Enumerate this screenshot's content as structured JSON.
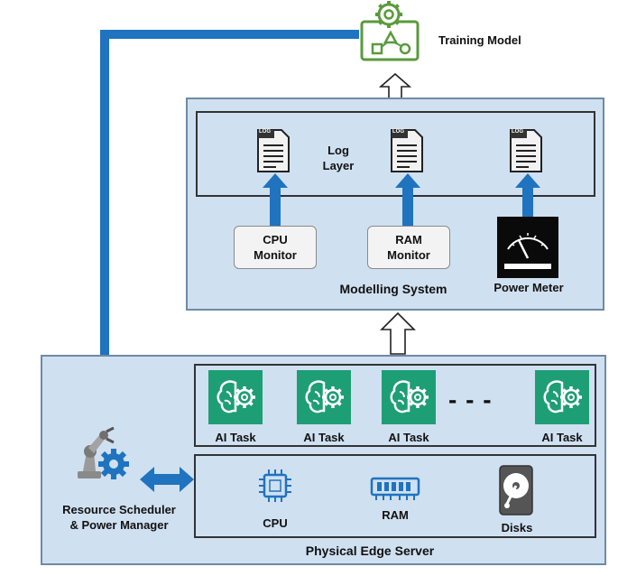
{
  "training_model": {
    "label": "Training Model",
    "icon": "training-model-icon"
  },
  "modelling_system": {
    "title": "Modelling System",
    "log_layer": {
      "line1": "Log",
      "line2": "Layer",
      "log_tag": "LOG"
    },
    "cpu_monitor": {
      "line1": "CPU",
      "line2": "Monitor"
    },
    "ram_monitor": {
      "line1": "RAM",
      "line2": "Monitor"
    },
    "power_meter": {
      "label": "Power Meter",
      "icon": "gauge-icon"
    }
  },
  "physical_edge_server": {
    "title": "Physical Edge Server",
    "ai_tasks": [
      "AI Task",
      "AI Task",
      "AI Task",
      "AI Task"
    ],
    "ellipsis": "- - -",
    "hardware": [
      {
        "label": "CPU",
        "icon": "cpu-chip-icon"
      },
      {
        "label": "RAM",
        "icon": "ram-module-icon"
      },
      {
        "label": "Disks",
        "icon": "hard-disk-icon"
      }
    ]
  },
  "resource_scheduler": {
    "line1": "Resource Scheduler",
    "line2": "& Power Manager",
    "icon": "robot-arm-gear-icon"
  },
  "colors": {
    "panel": "#cfe0f1",
    "arrow_blue": "#1f73bf",
    "ai_green": "#1e9e74",
    "training_green": "#5a9a3c"
  }
}
